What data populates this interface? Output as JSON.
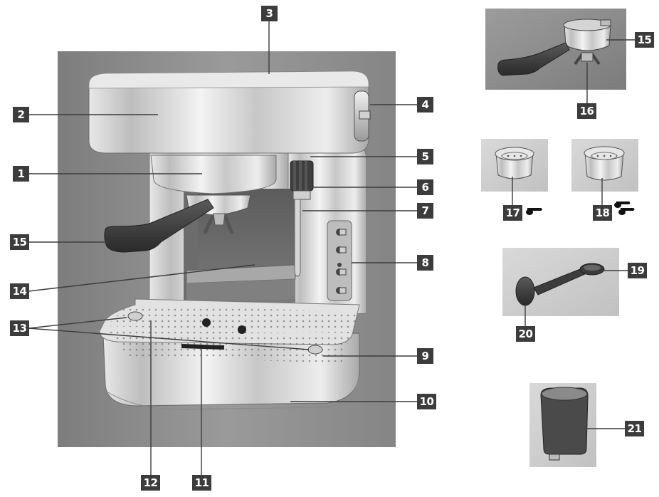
{
  "labels": {
    "l1": "1",
    "l2": "2",
    "l3": "3",
    "l4": "4",
    "l5": "5",
    "l6": "6",
    "l7": "7",
    "l8": "8",
    "l9": "9",
    "l10": "10",
    "l11": "11",
    "l12": "12",
    "l13": "13",
    "l14": "14",
    "l15": "15",
    "l15b": "15",
    "l16": "16",
    "l17": "17",
    "l18": "18",
    "l19": "19",
    "l20": "20",
    "l21": "21"
  },
  "colors": {
    "label_bg": "#3c3c3c",
    "panel_bg": "#8f8f8f",
    "leader_line": "#3c3c3c",
    "chrome": "#c9c9c9",
    "handle": "#3a3a3a"
  }
}
